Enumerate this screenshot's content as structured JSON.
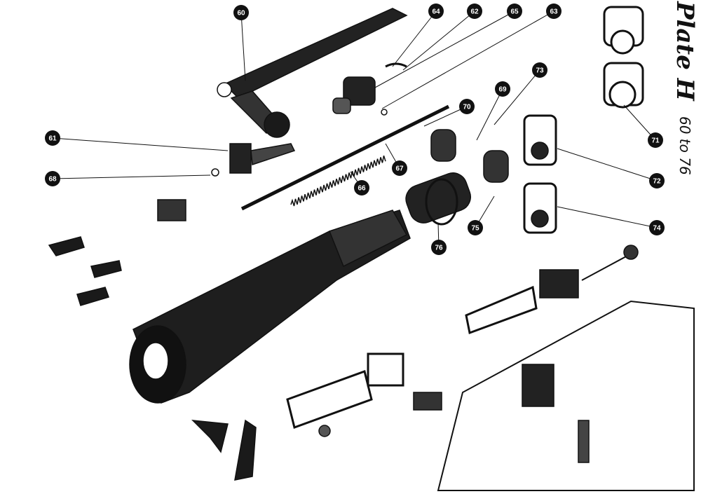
{
  "title": {
    "plate": "Plate H",
    "range": "60 to 76"
  },
  "callouts": [
    "60",
    "64",
    "62",
    "65",
    "63",
    "73",
    "69",
    "70",
    "61",
    "67",
    "68",
    "66",
    "71",
    "72",
    "74",
    "75",
    "76"
  ],
  "colors": {
    "ink": "#111111",
    "paper": "#ffffff"
  }
}
